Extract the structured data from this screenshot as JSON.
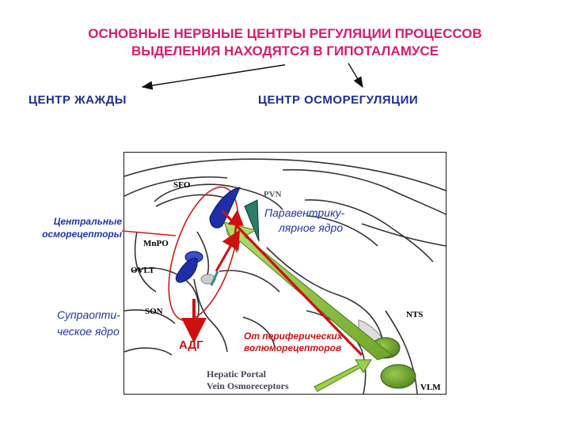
{
  "title": {
    "line1": "ОСНОВНЫЕ НЕРВНЫЕ ЦЕНТРЫ РЕГУЛЯЦИИ ПРОЦЕССОВ",
    "line2": "ВЫДЕЛЕНИЯ НАХОДЯТСЯ В ГИПОТАЛАМУСЕ"
  },
  "headings": {
    "thirst": "ЦЕНТР  ЖАЖДЫ",
    "osmoregulation": "ЦЕНТР  ОСМОРЕГУЛЯЦИИ"
  },
  "labels": {
    "central_osmo_line1": "Центральные",
    "central_osmo_line2": "осморецепторы",
    "paraventricular_line1": "Паравентрику-",
    "paraventricular_line2": "лярное ядро",
    "supraoptic_line1": "Супраопти-",
    "supraoptic_line2": "ческое ядро",
    "adh": "АДГ",
    "peripheral_line1": "От периферических",
    "peripheral_line2": "волюморецепторов"
  },
  "figure_labels": {
    "sfo": "SFO",
    "pvn": "PVN",
    "mnpo": "MnPO",
    "ovlt": "OVLT",
    "son": "SON",
    "nts": "NTS",
    "vlm": "VLM",
    "portal_line1": "Hepatic Portal",
    "portal_line2": "Vein Osmoreceptors"
  },
  "colors": {
    "title": "#d81b70",
    "heading": "#1f2f8f",
    "label_blue": "#2233aa",
    "red": "#cc1111",
    "green": "#8fc63f",
    "nucleus_blue": "#1f2fa8"
  }
}
